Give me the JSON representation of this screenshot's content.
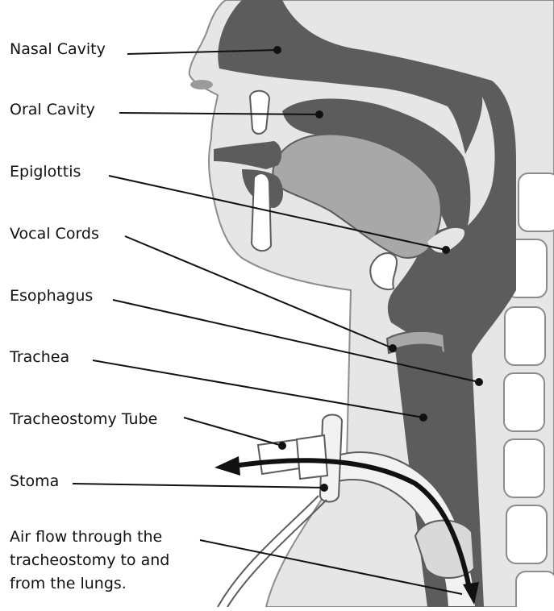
{
  "labels": {
    "nasal_cavity": "Nasal Cavity",
    "oral_cavity": "Oral Cavity",
    "epiglottis": "Epiglottis",
    "vocal_cords": "Vocal Cords",
    "esophagus": "Esophagus",
    "trachea": "Trachea",
    "tracheostomy_tube": "Tracheostomy Tube",
    "stoma": "Stoma",
    "air_flow": [
      "Air flow through the",
      "tracheostomy to and",
      "from the lungs."
    ]
  },
  "colors": {
    "skin": "#e6e6e6",
    "airway": "#5c5c5c",
    "tongue": "#a8a8a8",
    "outline": "#8c8c8c",
    "bone": "#ffffff",
    "tube": "#f2f2f2",
    "leader": "#111111"
  }
}
